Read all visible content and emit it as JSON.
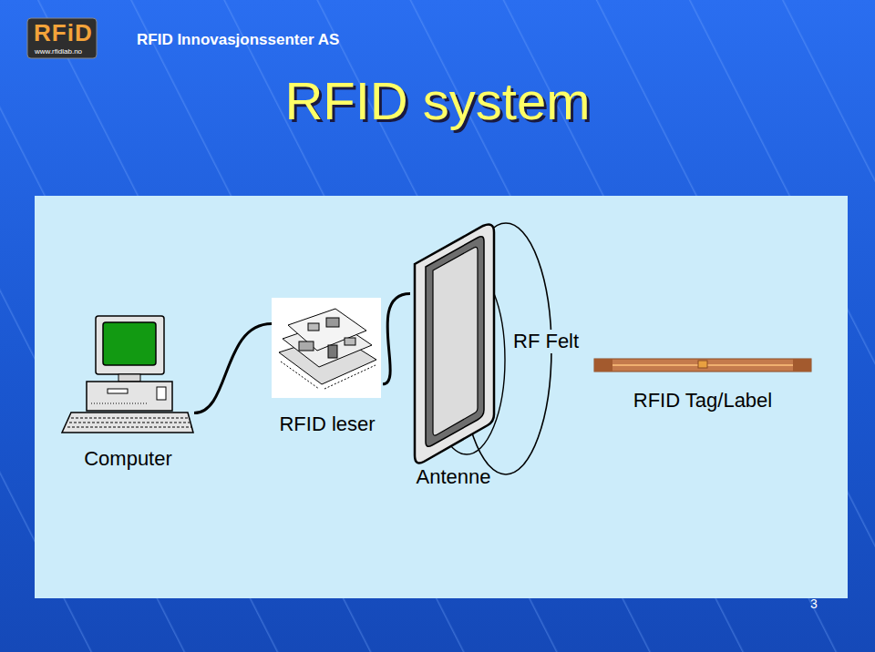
{
  "diagram": {
    "title": "RFID system",
    "nodes": [
      {
        "text": [
          "Computer"
        ]
      },
      {
        "text": [
          "RFID leser"
        ]
      },
      {
        "text": [
          "Antenne"
        ]
      },
      {
        "text": [
          "RFID Tag/Label"
        ]
      }
    ],
    "edges": [
      {
        "from": 0,
        "to": 1,
        "arrow": "none"
      },
      {
        "from": 1,
        "to": 2,
        "arrow": "none"
      }
    ],
    "labels": [
      "RFiD",
      "www.rfidlab.no",
      "RFID Innovasjonssenter AS",
      "RF Felt",
      "3"
    ]
  }
}
